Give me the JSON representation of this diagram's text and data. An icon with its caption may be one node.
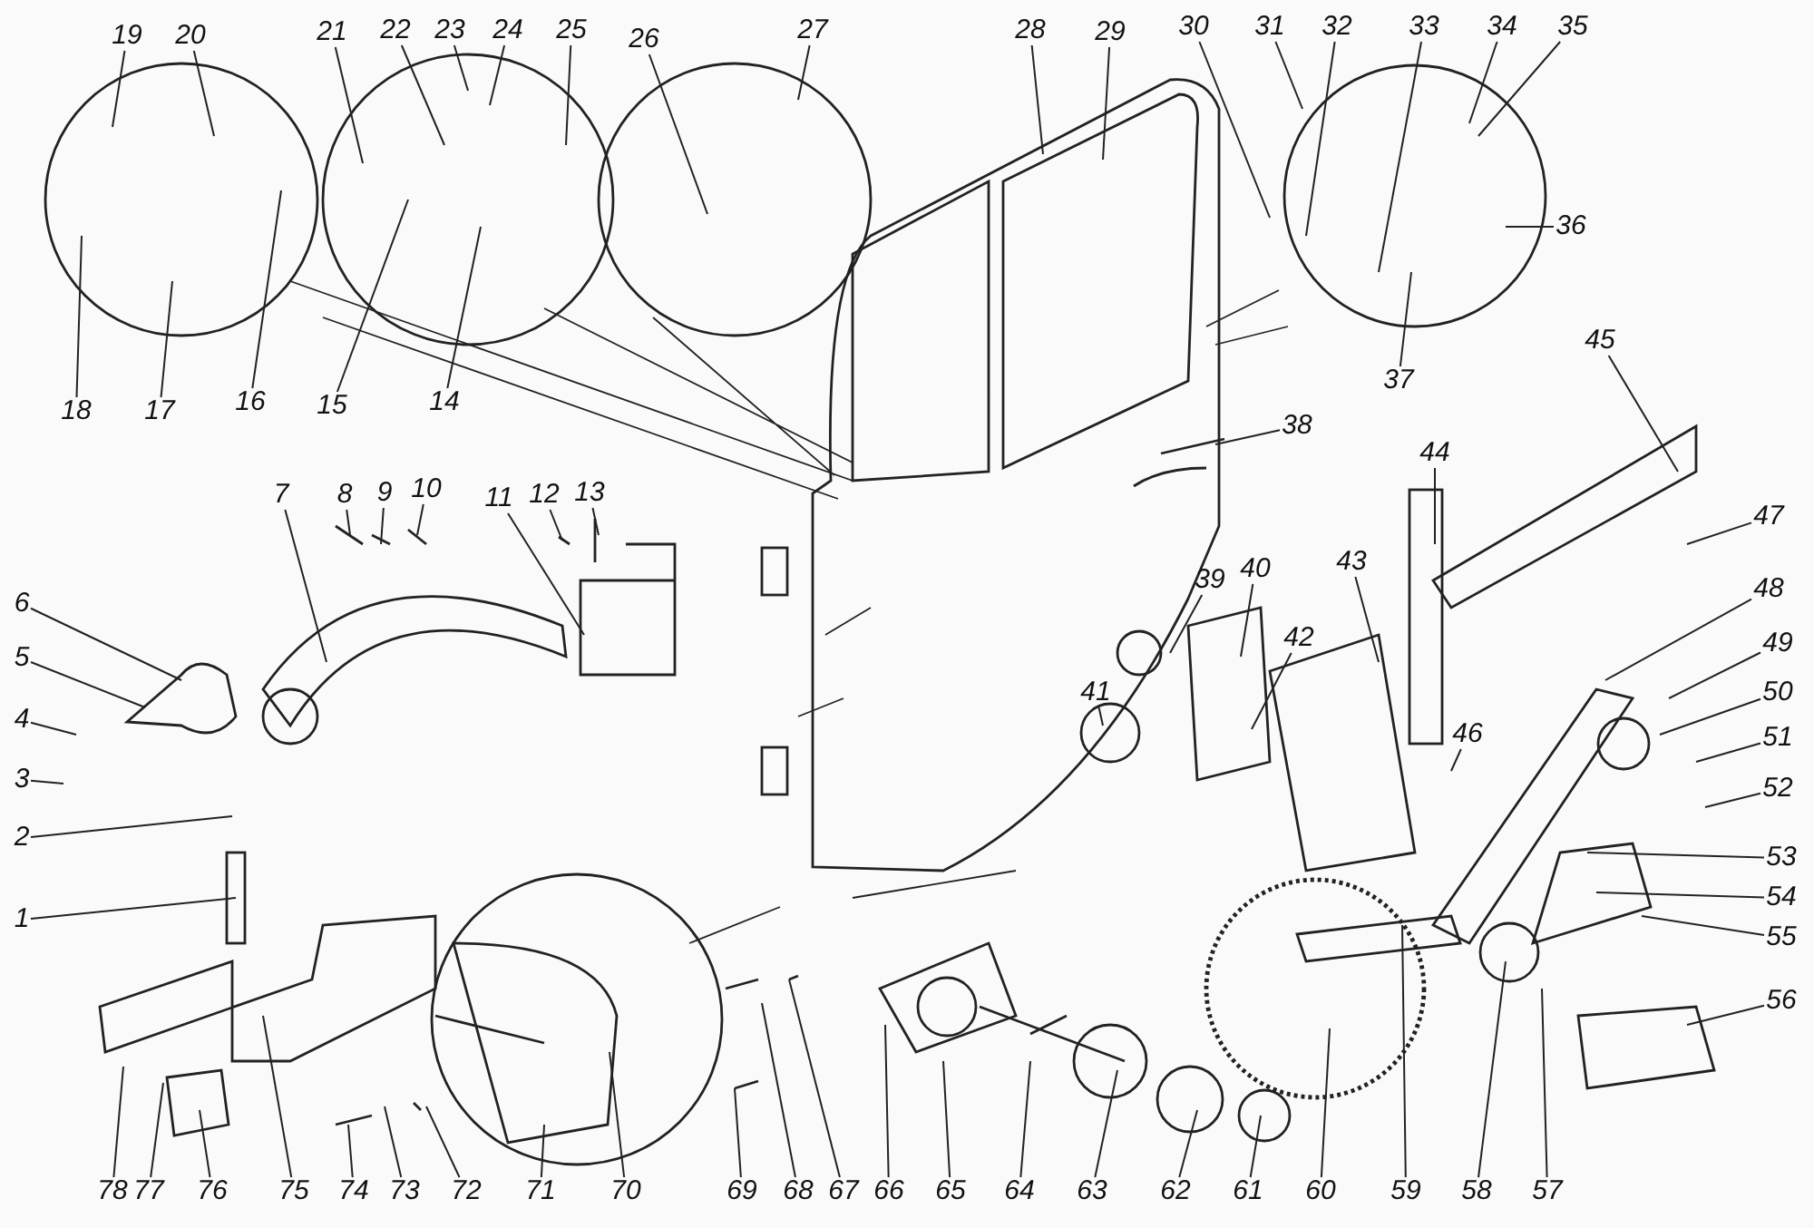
{
  "diagram": {
    "nodes": [
      {
        "text": [
          "1"
        ]
      },
      {
        "text": [
          "2"
        ]
      },
      {
        "text": [
          "3"
        ]
      },
      {
        "text": [
          "4"
        ]
      },
      {
        "text": [
          "5"
        ]
      },
      {
        "text": [
          "6"
        ]
      },
      {
        "text": [
          "7"
        ]
      },
      {
        "text": [
          "8"
        ]
      },
      {
        "text": [
          "9"
        ]
      },
      {
        "text": [
          "10"
        ]
      },
      {
        "text": [
          "11"
        ]
      },
      {
        "text": [
          "12"
        ]
      },
      {
        "text": [
          "13"
        ]
      },
      {
        "text": [
          "14"
        ]
      },
      {
        "text": [
          "15"
        ]
      },
      {
        "text": [
          "16"
        ]
      },
      {
        "text": [
          "17"
        ]
      },
      {
        "text": [
          "18"
        ]
      },
      {
        "text": [
          "19"
        ]
      },
      {
        "text": [
          "20"
        ]
      },
      {
        "text": [
          "21"
        ]
      },
      {
        "text": [
          "22"
        ]
      },
      {
        "text": [
          "23"
        ]
      },
      {
        "text": [
          "24"
        ]
      },
      {
        "text": [
          "25"
        ]
      },
      {
        "text": [
          "26"
        ]
      },
      {
        "text": [
          "27"
        ]
      },
      {
        "text": [
          "28"
        ]
      },
      {
        "text": [
          "29"
        ]
      },
      {
        "text": [
          "30"
        ]
      },
      {
        "text": [
          "31"
        ]
      },
      {
        "text": [
          "32"
        ]
      },
      {
        "text": [
          "33"
        ]
      },
      {
        "text": [
          "34"
        ]
      },
      {
        "text": [
          "35"
        ]
      },
      {
        "text": [
          "36"
        ]
      },
      {
        "text": [
          "37"
        ]
      },
      {
        "text": [
          "38"
        ]
      },
      {
        "text": [
          "39"
        ]
      },
      {
        "text": [
          "40"
        ]
      },
      {
        "text": [
          "41"
        ]
      },
      {
        "text": [
          "42"
        ]
      },
      {
        "text": [
          "43"
        ]
      },
      {
        "text": [
          "44"
        ]
      },
      {
        "text": [
          "45"
        ]
      },
      {
        "text": [
          "46"
        ]
      },
      {
        "text": [
          "47"
        ]
      },
      {
        "text": [
          "48"
        ]
      },
      {
        "text": [
          "49"
        ]
      },
      {
        "text": [
          "50"
        ]
      },
      {
        "text": [
          "51"
        ]
      },
      {
        "text": [
          "52"
        ]
      },
      {
        "text": [
          "53"
        ]
      },
      {
        "text": [
          "54"
        ]
      },
      {
        "text": [
          "55"
        ]
      },
      {
        "text": [
          "56"
        ]
      },
      {
        "text": [
          "57"
        ]
      },
      {
        "text": [
          "58"
        ]
      },
      {
        "text": [
          "59"
        ]
      },
      {
        "text": [
          "60"
        ]
      },
      {
        "text": [
          "61"
        ]
      },
      {
        "text": [
          "62"
        ]
      },
      {
        "text": [
          "63"
        ]
      },
      {
        "text": [
          "64"
        ]
      },
      {
        "text": [
          "65"
        ]
      },
      {
        "text": [
          "66"
        ]
      },
      {
        "text": [
          "67"
        ]
      },
      {
        "text": [
          "68"
        ]
      },
      {
        "text": [
          "69"
        ]
      },
      {
        "text": [
          "70"
        ]
      },
      {
        "text": [
          "71"
        ]
      },
      {
        "text": [
          "72"
        ]
      },
      {
        "text": [
          "73"
        ]
      },
      {
        "text": [
          "74"
        ]
      },
      {
        "text": [
          "75"
        ]
      },
      {
        "text": [
          "76"
        ]
      },
      {
        "text": [
          "77"
        ]
      },
      {
        "text": [
          "78"
        ]
      }
    ],
    "edges": [
      {
        "from": 0,
        "to": null,
        "arrow": "none"
      },
      {
        "from": 1,
        "to": null,
        "arrow": "none"
      },
      {
        "from": 2,
        "to": null,
        "arrow": "none"
      },
      {
        "from": 3,
        "to": null,
        "arrow": "none"
      },
      {
        "from": 4,
        "to": null,
        "arrow": "none"
      },
      {
        "from": 5,
        "to": null,
        "arrow": "none"
      },
      {
        "from": 6,
        "to": null,
        "arrow": "none"
      },
      {
        "from": 7,
        "to": null,
        "arrow": "none"
      },
      {
        "from": 8,
        "to": null,
        "arrow": "none"
      },
      {
        "from": 9,
        "to": null,
        "arrow": "none"
      },
      {
        "from": 10,
        "to": null,
        "arrow": "none"
      },
      {
        "from": 11,
        "to": null,
        "arrow": "none"
      },
      {
        "from": 12,
        "to": null,
        "arrow": "none"
      },
      {
        "from": 13,
        "to": null,
        "arrow": "none"
      },
      {
        "from": 14,
        "to": null,
        "arrow": "none"
      },
      {
        "from": 15,
        "to": null,
        "arrow": "none"
      },
      {
        "from": 16,
        "to": null,
        "arrow": "none"
      },
      {
        "from": 17,
        "to": null,
        "arrow": "none"
      },
      {
        "from": 18,
        "to": null,
        "arrow": "none"
      },
      {
        "from": 19,
        "to": null,
        "arrow": "none"
      },
      {
        "from": 20,
        "to": null,
        "arrow": "none"
      },
      {
        "from": 21,
        "to": null,
        "arrow": "none"
      },
      {
        "from": 22,
        "to": null,
        "arrow": "none"
      },
      {
        "from": 23,
        "to": null,
        "arrow": "none"
      },
      {
        "from": 24,
        "to": null,
        "arrow": "none"
      },
      {
        "from": 25,
        "to": null,
        "arrow": "none"
      },
      {
        "from": 26,
        "to": null,
        "arrow": "none"
      },
      {
        "from": 27,
        "to": null,
        "arrow": "none"
      },
      {
        "from": 28,
        "to": null,
        "arrow": "none"
      },
      {
        "from": 29,
        "to": null,
        "arrow": "none"
      },
      {
        "from": 30,
        "to": null,
        "arrow": "none"
      },
      {
        "from": 31,
        "to": null,
        "arrow": "none"
      },
      {
        "from": 32,
        "to": null,
        "arrow": "none"
      },
      {
        "from": 33,
        "to": null,
        "arrow": "none"
      },
      {
        "from": 34,
        "to": null,
        "arrow": "none"
      },
      {
        "from": 35,
        "to": null,
        "arrow": "none"
      },
      {
        "from": 36,
        "to": null,
        "arrow": "none"
      },
      {
        "from": 37,
        "to": null,
        "arrow": "none"
      },
      {
        "from": 38,
        "to": null,
        "arrow": "none"
      },
      {
        "from": 39,
        "to": null,
        "arrow": "none"
      },
      {
        "from": 40,
        "to": null,
        "arrow": "none"
      },
      {
        "from": 41,
        "to": null,
        "arrow": "none"
      },
      {
        "from": 42,
        "to": null,
        "arrow": "none"
      },
      {
        "from": 43,
        "to": null,
        "arrow": "none"
      },
      {
        "from": 44,
        "to": null,
        "arrow": "none"
      },
      {
        "from": 45,
        "to": null,
        "arrow": "none"
      },
      {
        "from": 46,
        "to": null,
        "arrow": "none"
      },
      {
        "from": 47,
        "to": null,
        "arrow": "none"
      },
      {
        "from": 48,
        "to": null,
        "arrow": "none"
      },
      {
        "from": 49,
        "to": null,
        "arrow": "none"
      },
      {
        "from": 50,
        "to": null,
        "arrow": "none"
      },
      {
        "from": 51,
        "to": null,
        "arrow": "none"
      },
      {
        "from": 52,
        "to": null,
        "arrow": "none"
      },
      {
        "from": 53,
        "to": null,
        "arrow": "none"
      },
      {
        "from": 54,
        "to": null,
        "arrow": "none"
      },
      {
        "from": 55,
        "to": null,
        "arrow": "none"
      },
      {
        "from": 56,
        "to": null,
        "arrow": "none"
      },
      {
        "from": 57,
        "to": null,
        "arrow": "none"
      },
      {
        "from": 58,
        "to": null,
        "arrow": "none"
      },
      {
        "from": 59,
        "to": null,
        "arrow": "none"
      },
      {
        "from": 60,
        "to": null,
        "arrow": "none"
      },
      {
        "from": 61,
        "to": null,
        "arrow": "none"
      },
      {
        "from": 62,
        "to": null,
        "arrow": "none"
      },
      {
        "from": 63,
        "to": null,
        "arrow": "none"
      },
      {
        "from": 64,
        "to": null,
        "arrow": "none"
      },
      {
        "from": 65,
        "to": null,
        "arrow": "none"
      },
      {
        "from": 66,
        "to": null,
        "arrow": "none"
      },
      {
        "from": 67,
        "to": null,
        "arrow": "none"
      },
      {
        "from": 68,
        "to": null,
        "arrow": "none"
      },
      {
        "from": 69,
        "to": null,
        "arrow": "none"
      },
      {
        "from": 70,
        "to": null,
        "arrow": "none"
      },
      {
        "from": 71,
        "to": null,
        "arrow": "none"
      },
      {
        "from": 72,
        "to": null,
        "arrow": "none"
      },
      {
        "from": 73,
        "to": null,
        "arrow": "none"
      },
      {
        "from": 74,
        "to": null,
        "arrow": "none"
      },
      {
        "from": 75,
        "to": null,
        "arrow": "none"
      },
      {
        "from": 76,
        "to": null,
        "arrow": "none"
      },
      {
        "from": 77,
        "to": null,
        "arrow": "none"
      }
    ]
  }
}
